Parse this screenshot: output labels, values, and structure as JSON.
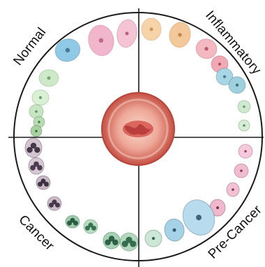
{
  "diagram": {
    "labels": {
      "top_left": "Normal",
      "top_right": "Inflammatory",
      "bottom_right": "Pre-Cancer",
      "bottom_left": "Cancer"
    },
    "colors": {
      "outline": "#1a1a1a",
      "center_outer": "#c85a4e",
      "center_inner": "#f2c0b2",
      "center_core": "#d8574f"
    },
    "cells": [
      {
        "kind": "normal-blue-cell",
        "fill": "#8fc9e6",
        "nucleus": "#3a6a8a"
      },
      {
        "kind": "normal-green-cell",
        "fill": "#cde9c8",
        "nucleus": "#6a9a6a"
      },
      {
        "kind": "normal-green-cell",
        "fill": "#d9f0d4",
        "nucleus": "#5d8e5d"
      },
      {
        "kind": "normal-green-cell",
        "fill": "#c7e5c0",
        "nucleus": "#4d7d4d"
      },
      {
        "kind": "normal-small-cell",
        "fill": "#b7dcb1",
        "nucleus": "#3e6e3e"
      },
      {
        "kind": "normal-small-cell",
        "fill": "#a8d1a2",
        "nucleus": "#2f5f2f"
      },
      {
        "kind": "pink-cell",
        "fill": "#f1b6cb",
        "nucleus": "#b85a7a"
      },
      {
        "kind": "pink-cell",
        "fill": "#f4c4d4",
        "nucleus": "#b05070"
      },
      {
        "kind": "inflammatory-orange-cell",
        "fill": "#f6d3a8",
        "nucleus": "#c78a4a"
      },
      {
        "kind": "inflammatory-orange-cell",
        "fill": "#f3c89a",
        "nucleus": "#b87a3a"
      },
      {
        "kind": "inflammatory-pink-cell",
        "fill": "#f4b8c0",
        "nucleus": "#b04a5a"
      },
      {
        "kind": "inflammatory-pink-cell",
        "fill": "#f1a9b6",
        "nucleus": "#a44050"
      },
      {
        "kind": "inflammatory-blue-cell",
        "fill": "#a9d6e4",
        "nucleus": "#3a7080"
      },
      {
        "kind": "inflammatory-blue-cell",
        "fill": "#9fd0de",
        "nucleus": "#2d6575"
      },
      {
        "kind": "inflammatory-green-cell",
        "fill": "#cfe8d0",
        "nucleus": "#5a8a5a"
      },
      {
        "kind": "inflammatory-green-cell",
        "fill": "#d6ecd4",
        "nucleus": "#4a7a4a"
      },
      {
        "kind": "precancer-pink-cell",
        "fill": "#f4c9d9",
        "nucleus": "#8a2a55"
      },
      {
        "kind": "precancer-pink-cell",
        "fill": "#f0bcd0",
        "nucleus": "#7a2248"
      },
      {
        "kind": "precancer-pink-cell",
        "fill": "#f2c2d4",
        "nucleus": "#6e1d40"
      },
      {
        "kind": "precancer-pink-cell",
        "fill": "#efb8cc",
        "nucleus": "#61183a"
      },
      {
        "kind": "precancer-blue-cell",
        "fill": "#b8dcee",
        "nucleus": "#2b4f64"
      },
      {
        "kind": "precancer-blue-cell",
        "fill": "#a6d2e8",
        "nucleus": "#1f4458"
      },
      {
        "kind": "precancer-green-cell",
        "fill": "#cde7d6",
        "nucleus": "#244a3a"
      },
      {
        "kind": "cancer-green-cluster",
        "fill": "#b3d8bd",
        "nucleus": "#1f5b3c"
      },
      {
        "kind": "cancer-green-cluster",
        "fill": "#a8d2b5",
        "nucleus": "#1a4e33"
      },
      {
        "kind": "cancer-green-cluster",
        "fill": "#b7dcc1",
        "nucleus": "#22603f"
      },
      {
        "kind": "cancer-green-cluster",
        "fill": "#9fcbb0",
        "nucleus": "#164a30"
      },
      {
        "kind": "cancer-dark-cluster",
        "fill": "#d4c4cf",
        "nucleus": "#2a2030"
      },
      {
        "kind": "cancer-dark-cluster",
        "fill": "#d8c8d4",
        "nucleus": "#34253c"
      },
      {
        "kind": "cancer-dark-cluster",
        "fill": "#c9b8c6",
        "nucleus": "#241a2a"
      },
      {
        "kind": "cancer-dark-cluster",
        "fill": "#cdbdca",
        "nucleus": "#2e2136"
      }
    ]
  }
}
